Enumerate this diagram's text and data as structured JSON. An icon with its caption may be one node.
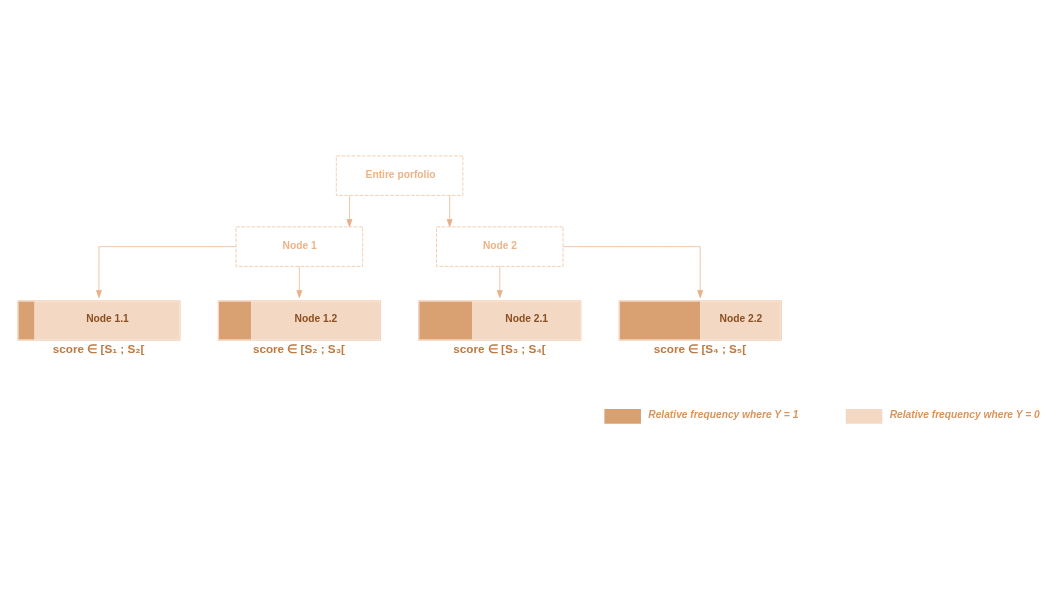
{
  "diagram": {
    "nodes": [
      {
        "text": [
          "Entire porfolio"
        ]
      },
      {
        "text": [
          "Node 1"
        ]
      },
      {
        "text": [
          "Node 2"
        ]
      },
      {
        "text": [
          "Node 1.1"
        ],
        "beside": [
          "score ∈ [S₁ ; S₂["
        ]
      },
      {
        "text": [
          "Node 1.2"
        ],
        "beside": [
          "score ∈ [S₂ ; S₃["
        ]
      },
      {
        "text": [
          "Node 2.1"
        ],
        "beside": [
          "score ∈ [S₃ ; S₄["
        ]
      },
      {
        "text": [
          "Node 2.2"
        ],
        "beside": [
          "score ∈ [S₄ ; S₅["
        ]
      }
    ],
    "edges": [
      {
        "from": 0,
        "to": 1,
        "arrow": "to"
      },
      {
        "from": 0,
        "to": 2,
        "arrow": "to"
      },
      {
        "from": 1,
        "to": 3,
        "arrow": "to"
      },
      {
        "from": 1,
        "to": 4,
        "arrow": "to"
      },
      {
        "from": 2,
        "to": 5,
        "arrow": "to"
      },
      {
        "from": 2,
        "to": 6,
        "arrow": "to"
      }
    ],
    "legend": [
      {
        "text": "Relative frequency where Y = 1",
        "color": "#d9a072"
      },
      {
        "text": "Relative frequency where Y = 0",
        "color": "#f3d8c4"
      }
    ]
  }
}
